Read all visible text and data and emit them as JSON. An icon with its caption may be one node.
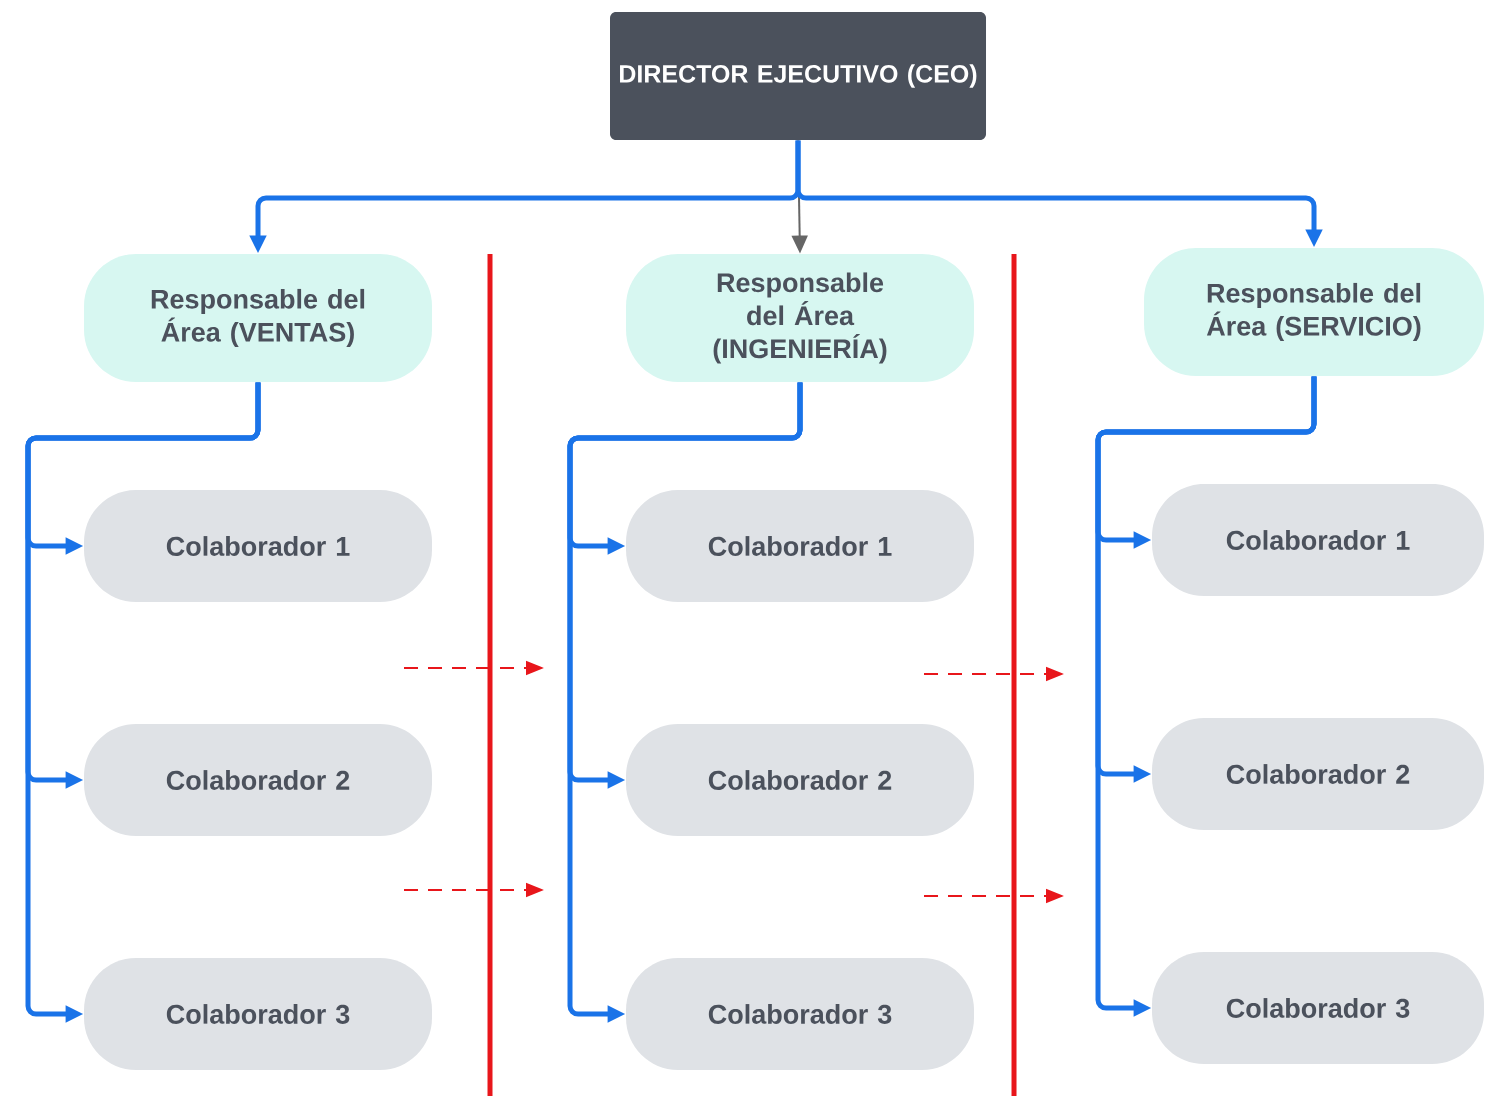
{
  "diagram": {
    "nodes": [
      {
        "text": [
          "DIRECTOR EJECUTIVO (CEO)"
        ]
      },
      {
        "text": [
          "Responsable del Área (VENTAS)"
        ]
      },
      {
        "text": [
          "Responsable del Área (INGENIERÍA)"
        ]
      },
      {
        "text": [
          "Responsable del Área (SERVICIO)"
        ]
      },
      {
        "text": [
          "Colaborador 1"
        ]
      },
      {
        "text": [
          "Colaborador 2"
        ]
      },
      {
        "text": [
          "Colaborador 3"
        ]
      },
      {
        "text": [
          "Colaborador 1"
        ]
      },
      {
        "text": [
          "Colaborador 2"
        ]
      },
      {
        "text": [
          "Colaborador 3"
        ]
      },
      {
        "text": [
          "Colaborador 1"
        ]
      },
      {
        "text": [
          "Colaborador 2"
        ]
      },
      {
        "text": [
          "Colaborador 3"
        ]
      }
    ],
    "edges": [
      {
        "from": 0,
        "to": 1,
        "arrow": "to"
      },
      {
        "from": 0,
        "to": 2,
        "arrow": "to",
        "color": "#666666"
      },
      {
        "from": 0,
        "to": 3,
        "arrow": "to"
      },
      {
        "from": 1,
        "to": 4,
        "arrow": "to"
      },
      {
        "from": 1,
        "to": 5,
        "arrow": "to"
      },
      {
        "from": 1,
        "to": 6,
        "arrow": "to"
      },
      {
        "from": 2,
        "to": 7,
        "arrow": "to"
      },
      {
        "from": 2,
        "to": 8,
        "arrow": "to"
      },
      {
        "from": 2,
        "to": 9,
        "arrow": "to"
      },
      {
        "from": 3,
        "to": 10,
        "arrow": "to"
      },
      {
        "from": 3,
        "to": 11,
        "arrow": "to"
      },
      {
        "from": 3,
        "to": 12,
        "arrow": "to"
      }
    ]
  }
}
